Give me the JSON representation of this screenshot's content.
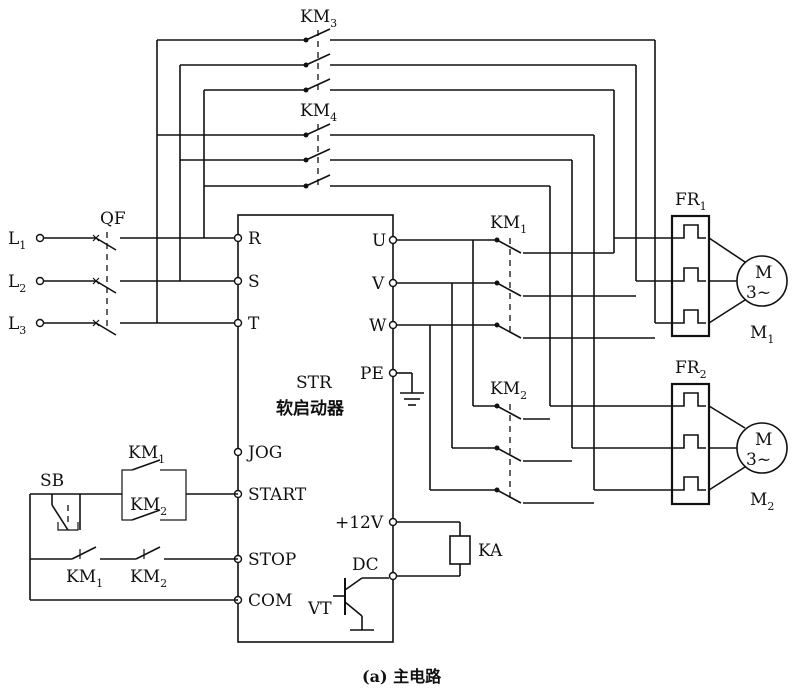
{
  "labels": {
    "km3": "KM",
    "km3_sub": "3",
    "km4": "KM",
    "km4_sub": "4",
    "km1_top": "KM",
    "km1_top_sub": "1",
    "km2_top": "KM",
    "km2_top_sub": "2",
    "fr1": "FR",
    "fr1_sub": "1",
    "fr2": "FR",
    "fr2_sub": "2",
    "qf": "QF",
    "l1": "L",
    "l1_sub": "1",
    "l2": "L",
    "l2_sub": "2",
    "l3": "L",
    "l3_sub": "3",
    "motor_m": "M",
    "motor_phase": "3~",
    "m1": "M",
    "m1_sub": "1",
    "m2": "M",
    "m2_sub": "2",
    "sb": "SB",
    "km1_ctrl": "KM",
    "km1_ctrl_sub": "1",
    "km2_ctrl": "KM",
    "km2_ctrl_sub": "2",
    "km1_stop": "KM",
    "km1_stop_sub": "1",
    "km2_stop": "KM",
    "km2_stop_sub": "2",
    "ka": "KA",
    "vt": "VT",
    "caption": "(a) 主电路"
  },
  "starter": {
    "name": "STR",
    "subtitle": "软启动器",
    "left_terminals": [
      "R",
      "S",
      "T",
      "JOG",
      "START",
      "STOP",
      "COM"
    ],
    "right_terminals": [
      "U",
      "V",
      "W",
      "PE",
      "+12V",
      "DC"
    ]
  }
}
